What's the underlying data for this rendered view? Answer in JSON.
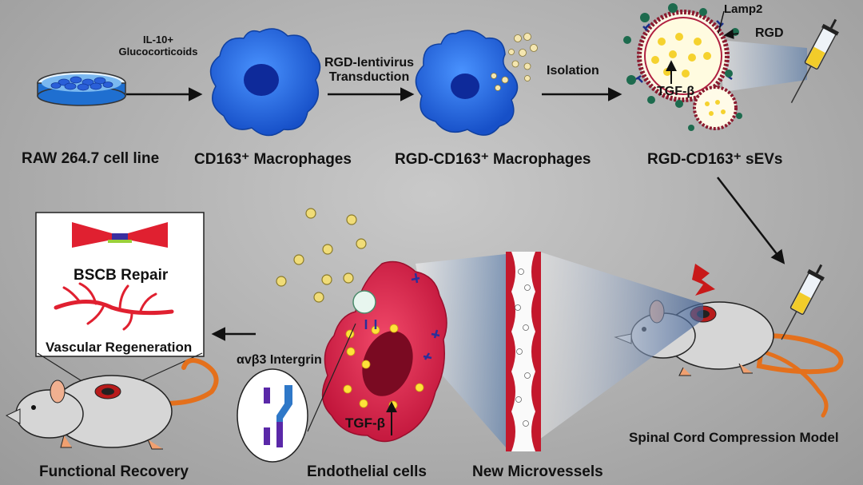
{
  "top_row": {
    "step1_label": "RAW 264.7 cell line",
    "arrow1_text_line1": "IL-10+",
    "arrow1_text_line2": "Glucocorticoids",
    "step2_label": "CD163⁺ Macrophages",
    "arrow2_text_line1": "RGD-lentivirus",
    "arrow2_text_line2": "Transduction",
    "step3_label": "RGD-CD163⁺ Macrophages",
    "arrow3_text": "Isolation",
    "step4_label": "RGD-CD163⁺ sEVs",
    "vesicle_lamp2": "Lamp2",
    "vesicle_rgd": "RGD",
    "vesicle_tgf": "TGF-β"
  },
  "bottom_row": {
    "model_label": "Spinal Cord Compression Model",
    "microvessels_label": "New Microvessels",
    "endothelial_label": "Endothelial cells",
    "integrin_label": "αvβ3 Intergrin",
    "tgf_label": "TGF-β",
    "recovery_label": "Functional Recovery",
    "inset_bscb": "BSCB Repair",
    "inset_vascular": "Vascular Regeneration"
  },
  "colors": {
    "macrophage": "#1f6fe0",
    "nucleus": "#0f2fa8",
    "endothelial": "#e0204a",
    "vesicle_ring": "#8b1a2e",
    "sev_yellow": "#f2d23a",
    "rat_body": "#d6d6d6",
    "rat_tail": "#e4701c"
  }
}
